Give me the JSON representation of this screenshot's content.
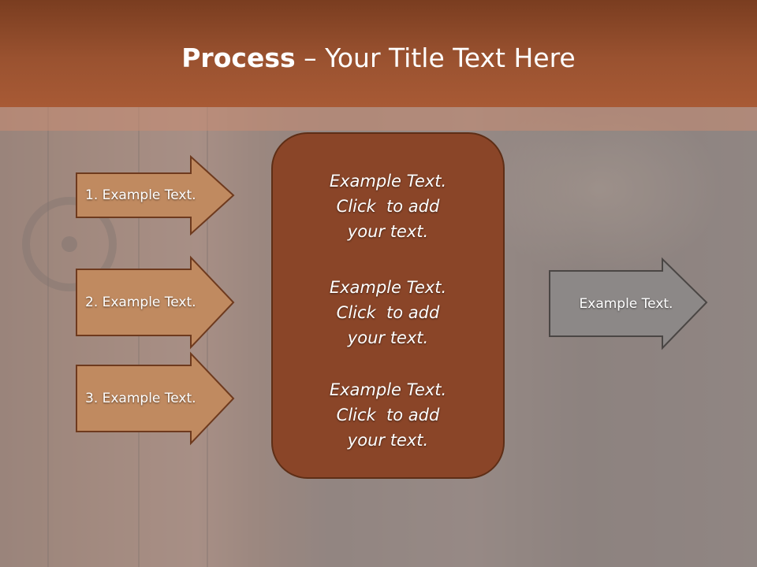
{
  "slide": {
    "title_bold": "Process",
    "title_rest": " – Your Title Text Here"
  },
  "left_arrows": [
    {
      "label": "1. Example Text."
    },
    {
      "label": "2. Example Text."
    },
    {
      "label": "3. Example Text."
    }
  ],
  "center": {
    "paragraphs": [
      {
        "lines": [
          "Example Text.",
          "Click  to add",
          "your text."
        ]
      },
      {
        "lines": [
          "Example Text.",
          "Click  to add",
          "your text."
        ]
      },
      {
        "lines": [
          "Example Text.",
          "Click  to add",
          "your text."
        ]
      }
    ]
  },
  "right_arrow": {
    "label": "Example Text."
  },
  "colors": {
    "header": "#9a5230",
    "arrow_fill": "#c08a60",
    "center_fill": "#8a4528",
    "right_arrow_fill": "#8c8887"
  }
}
